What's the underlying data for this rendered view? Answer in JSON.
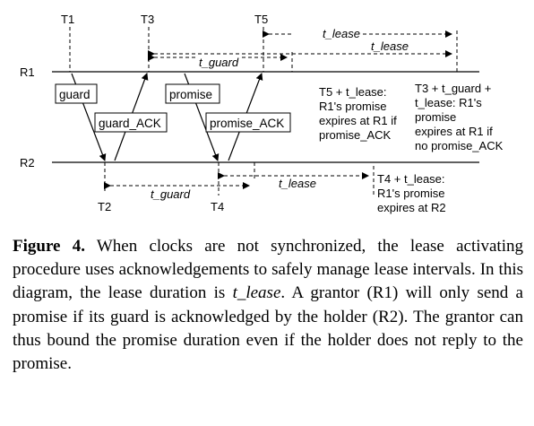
{
  "diagram": {
    "time_labels": {
      "t1": "T1",
      "t2": "T2",
      "t3": "T3",
      "t4": "T4",
      "t5": "T5"
    },
    "row_labels": {
      "r1": "R1",
      "r2": "R2"
    },
    "messages": {
      "guard": "guard",
      "guard_ack": "guard_ACK",
      "promise": "promise",
      "promise_ack": "promise_ACK"
    },
    "intervals": {
      "t_lease_top": "t_lease",
      "t_lease_mid": "t_lease",
      "t_guard_r1": "t_guard",
      "t_guard_r2": "t_guard",
      "t_lease_r2": "t_lease"
    },
    "annotations": {
      "t5_note": [
        "T5 + t_lease:",
        "R1's promise",
        "expires at R1 if",
        "promise_ACK"
      ],
      "t3_note": [
        "T3 + t_guard +",
        "t_lease: R1's",
        "promise",
        "expires at R1 if",
        "no promise_ACK"
      ],
      "t4_note": [
        "T4 + t_lease:",
        "R1's promise",
        "expires at R2"
      ]
    }
  },
  "caption": {
    "figure_label": "Figure 4.",
    "sentence1": "When clocks are not synchronized, the lease activating procedure uses acknowledgements to safely manage lease intervals. In this diagram, the lease duration is",
    "lease_term": "t_lease",
    "sentence1_end": ".",
    "rest": "A grantor (R1) will only send a promise if its guard is acknowledged by the holder (R2). The grantor can thus bound the promise duration even if the holder does not reply to the promise."
  }
}
